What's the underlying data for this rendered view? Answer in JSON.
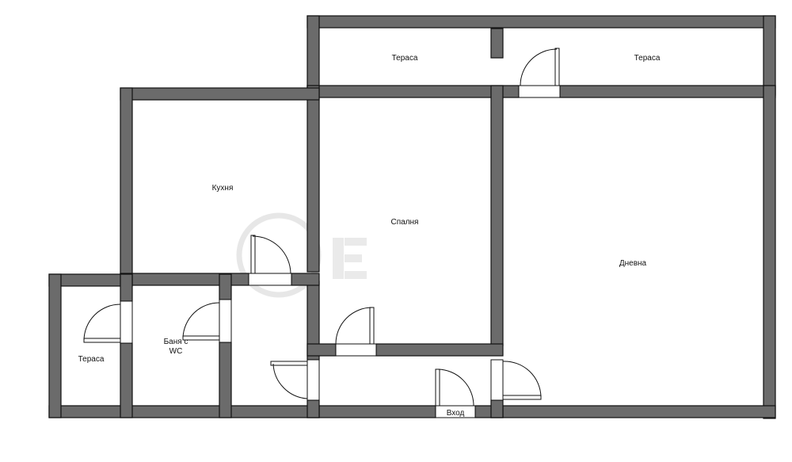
{
  "rooms": {
    "terrace_top_left": "Тераса",
    "terrace_top_right": "Тераса",
    "kitchen": "Кухня",
    "bedroom": "Спалня",
    "living_room": "Дневна",
    "terrace_left": "Тераса",
    "bathroom_line1": "Баня с",
    "bathroom_line2": "WC",
    "entrance": "Вход"
  },
  "colors": {
    "wall_fill": "#6b6b6b",
    "wall_stroke": "#111111",
    "door_line": "#111111",
    "background": "#ffffff",
    "watermark": "#e2e2e2"
  }
}
